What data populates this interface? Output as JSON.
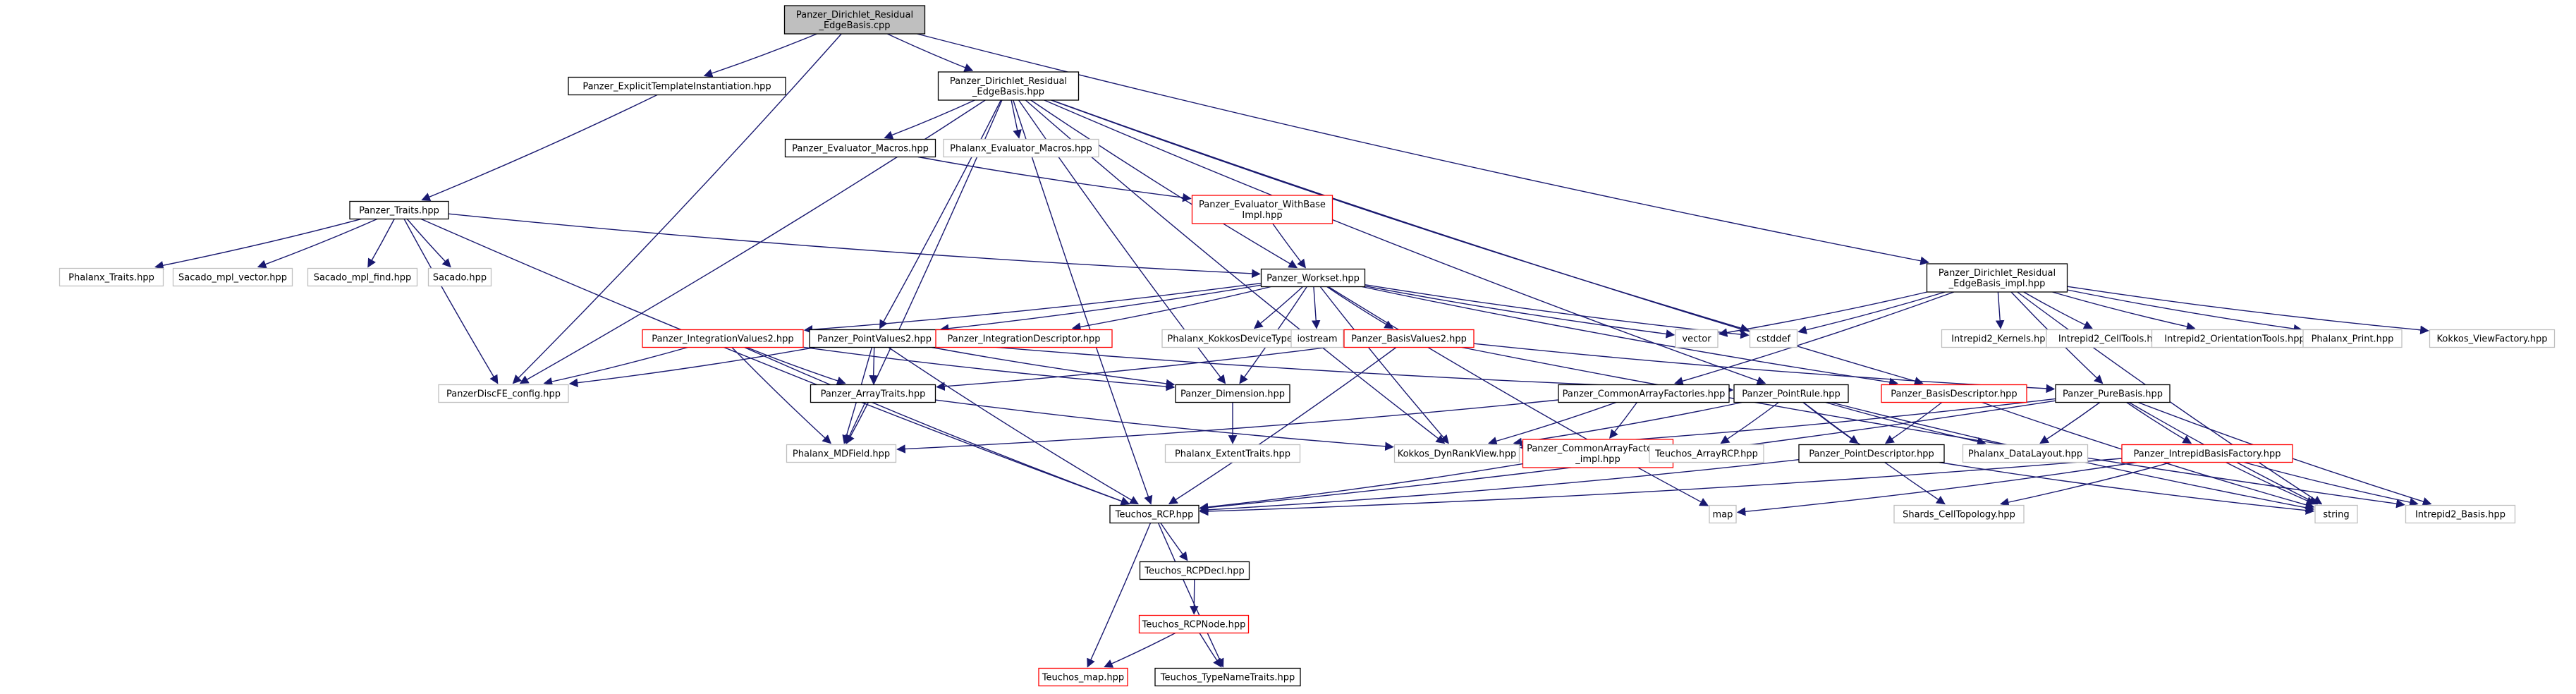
{
  "colors": {
    "edge": "#191970",
    "border_default": "#000000",
    "border_missing": "#bfbfbf",
    "border_incomplete": "#ff0000",
    "fill_root": "#bfbfbf",
    "fill_default": "#ffffff"
  },
  "nodes": [
    {
      "id": "root",
      "lines": [
        "Panzer_Dirichlet_Residual",
        "_EdgeBasis.cpp"
      ],
      "style": "root"
    },
    {
      "id": "explicit",
      "lines": [
        "Panzer_ExplicitTemplateInstantiation.hpp"
      ],
      "style": "default"
    },
    {
      "id": "dirhpp",
      "lines": [
        "Panzer_Dirichlet_Residual",
        "_EdgeBasis.hpp"
      ],
      "style": "default"
    },
    {
      "id": "evmacros",
      "lines": [
        "Panzer_Evaluator_Macros.hpp"
      ],
      "style": "default"
    },
    {
      "id": "phxevmacros",
      "lines": [
        "Phalanx_Evaluator_Macros.hpp"
      ],
      "style": "missing"
    },
    {
      "id": "evwithbase",
      "lines": [
        "Panzer_Evaluator_WithBase",
        "Impl.hpp"
      ],
      "style": "incomplete"
    },
    {
      "id": "traits",
      "lines": [
        "Panzer_Traits.hpp"
      ],
      "style": "default"
    },
    {
      "id": "phxtraits",
      "lines": [
        "Phalanx_Traits.hpp"
      ],
      "style": "missing"
    },
    {
      "id": "sacvec",
      "lines": [
        "Sacado_mpl_vector.hpp"
      ],
      "style": "missing"
    },
    {
      "id": "sacfind",
      "lines": [
        "Sacado_mpl_find.hpp"
      ],
      "style": "missing"
    },
    {
      "id": "sacado",
      "lines": [
        "Sacado.hpp"
      ],
      "style": "missing"
    },
    {
      "id": "workset",
      "lines": [
        "Panzer_Workset.hpp"
      ],
      "style": "default"
    },
    {
      "id": "dirimpl",
      "lines": [
        "Panzer_Dirichlet_Residual",
        "_EdgeBasis_impl.hpp"
      ],
      "style": "default"
    },
    {
      "id": "intval",
      "lines": [
        "Panzer_IntegrationValues2.hpp"
      ],
      "style": "incomplete"
    },
    {
      "id": "ptval",
      "lines": [
        "Panzer_PointValues2.hpp"
      ],
      "style": "default"
    },
    {
      "id": "intdesc",
      "lines": [
        "Panzer_IntegrationDescriptor.hpp"
      ],
      "style": "incomplete"
    },
    {
      "id": "kokkosdev",
      "lines": [
        "Phalanx_KokkosDeviceTypes.hpp"
      ],
      "style": "missing"
    },
    {
      "id": "iostream",
      "lines": [
        "iostream"
      ],
      "style": "missing"
    },
    {
      "id": "basisval",
      "lines": [
        "Panzer_BasisValues2.hpp"
      ],
      "style": "incomplete"
    },
    {
      "id": "vector",
      "lines": [
        "vector"
      ],
      "style": "missing"
    },
    {
      "id": "cstddef",
      "lines": [
        "cstddef"
      ],
      "style": "missing"
    },
    {
      "id": "kernels",
      "lines": [
        "Intrepid2_Kernels.hpp"
      ],
      "style": "missing"
    },
    {
      "id": "celltools",
      "lines": [
        "Intrepid2_CellTools.hpp"
      ],
      "style": "missing"
    },
    {
      "id": "orient",
      "lines": [
        "Intrepid2_OrientationTools.hpp"
      ],
      "style": "missing"
    },
    {
      "id": "phxprint",
      "lines": [
        "Phalanx_Print.hpp"
      ],
      "style": "missing"
    },
    {
      "id": "viewfac",
      "lines": [
        "Kokkos_ViewFactory.hpp"
      ],
      "style": "missing"
    },
    {
      "id": "discfe",
      "lines": [
        "PanzerDiscFE_config.hpp"
      ],
      "style": "missing"
    },
    {
      "id": "arraytraits",
      "lines": [
        "Panzer_ArrayTraits.hpp"
      ],
      "style": "default"
    },
    {
      "id": "dimension",
      "lines": [
        "Panzer_Dimension.hpp"
      ],
      "style": "default"
    },
    {
      "id": "cafhpp",
      "lines": [
        "Panzer_CommonArrayFactories.hpp"
      ],
      "style": "default"
    },
    {
      "id": "ptrule",
      "lines": [
        "Panzer_PointRule.hpp"
      ],
      "style": "default"
    },
    {
      "id": "basisdesc",
      "lines": [
        "Panzer_BasisDescriptor.hpp"
      ],
      "style": "incomplete"
    },
    {
      "id": "purebasis",
      "lines": [
        "Panzer_PureBasis.hpp"
      ],
      "style": "default"
    },
    {
      "id": "mdfield",
      "lines": [
        "Phalanx_MDField.hpp"
      ],
      "style": "missing"
    },
    {
      "id": "extent",
      "lines": [
        "Phalanx_ExtentTraits.hpp"
      ],
      "style": "missing"
    },
    {
      "id": "drv",
      "lines": [
        "Kokkos_DynRankView.hpp"
      ],
      "style": "missing"
    },
    {
      "id": "cafimpl",
      "lines": [
        "Panzer_CommonArrayFactories",
        "_impl.hpp"
      ],
      "style": "incomplete"
    },
    {
      "id": "arrayrcp",
      "lines": [
        "Teuchos_ArrayRCP.hpp"
      ],
      "style": "missing"
    },
    {
      "id": "ptdesc",
      "lines": [
        "Panzer_PointDescriptor.hpp"
      ],
      "style": "default"
    },
    {
      "id": "datalayout",
      "lines": [
        "Phalanx_DataLayout.hpp"
      ],
      "style": "missing"
    },
    {
      "id": "ibfactory",
      "lines": [
        "Panzer_IntrepidBasisFactory.hpp"
      ],
      "style": "incomplete"
    },
    {
      "id": "rcp",
      "lines": [
        "Teuchos_RCP.hpp"
      ],
      "style": "default"
    },
    {
      "id": "map",
      "lines": [
        "map"
      ],
      "style": "missing"
    },
    {
      "id": "shards",
      "lines": [
        "Shards_CellTopology.hpp"
      ],
      "style": "missing"
    },
    {
      "id": "string",
      "lines": [
        "string"
      ],
      "style": "missing"
    },
    {
      "id": "i2basis",
      "lines": [
        "Intrepid2_Basis.hpp"
      ],
      "style": "missing"
    },
    {
      "id": "rcpdecl",
      "lines": [
        "Teuchos_RCPDecl.hpp"
      ],
      "style": "default"
    },
    {
      "id": "rcpnode",
      "lines": [
        "Teuchos_RCPNode.hpp"
      ],
      "style": "incomplete"
    },
    {
      "id": "tmap",
      "lines": [
        "Teuchos_map.hpp"
      ],
      "style": "incomplete"
    },
    {
      "id": "typename",
      "lines": [
        "Teuchos_TypeNameTraits.hpp"
      ],
      "style": "default"
    }
  ],
  "edges": [
    [
      "root",
      "explicit"
    ],
    [
      "root",
      "dirhpp"
    ],
    [
      "root",
      "dirimpl"
    ],
    [
      "root",
      "discfe"
    ],
    [
      "explicit",
      "traits"
    ],
    [
      "dirhpp",
      "evmacros"
    ],
    [
      "dirhpp",
      "phxevmacros"
    ],
    [
      "dirhpp",
      "ptval"
    ],
    [
      "dirhpp",
      "ptrule"
    ],
    [
      "dirhpp",
      "dimension"
    ],
    [
      "dirhpp",
      "drv"
    ],
    [
      "dirhpp",
      "mdfield"
    ],
    [
      "dirhpp",
      "rcp"
    ],
    [
      "dirhpp",
      "discfe"
    ],
    [
      "dirhpp",
      "workset"
    ],
    [
      "dirhpp",
      "cstddef"
    ],
    [
      "dirhpp",
      "basisdesc"
    ],
    [
      "evmacros",
      "evwithbase"
    ],
    [
      "evwithbase",
      "workset"
    ],
    [
      "traits",
      "phxtraits"
    ],
    [
      "traits",
      "sacvec"
    ],
    [
      "traits",
      "sacfind"
    ],
    [
      "traits",
      "sacado"
    ],
    [
      "traits",
      "discfe"
    ],
    [
      "traits",
      "workset"
    ],
    [
      "traits",
      "rcp"
    ],
    [
      "workset",
      "intval"
    ],
    [
      "workset",
      "ptval"
    ],
    [
      "workset",
      "intdesc"
    ],
    [
      "workset",
      "kokkosdev"
    ],
    [
      "workset",
      "iostream"
    ],
    [
      "workset",
      "basisval"
    ],
    [
      "workset",
      "vector"
    ],
    [
      "workset",
      "cstddef"
    ],
    [
      "workset",
      "dimension"
    ],
    [
      "workset",
      "drv"
    ],
    [
      "workset",
      "map"
    ],
    [
      "workset",
      "basisdesc"
    ],
    [
      "dirimpl",
      "vector"
    ],
    [
      "dirimpl",
      "cstddef"
    ],
    [
      "dirimpl",
      "kernels"
    ],
    [
      "dirimpl",
      "celltools"
    ],
    [
      "dirimpl",
      "orient"
    ],
    [
      "dirimpl",
      "phxprint"
    ],
    [
      "dirimpl",
      "viewfac"
    ],
    [
      "dirimpl",
      "cafhpp"
    ],
    [
      "dirimpl",
      "purebasis"
    ],
    [
      "dirimpl",
      "string"
    ],
    [
      "intval",
      "discfe"
    ],
    [
      "intval",
      "arraytraits"
    ],
    [
      "intval",
      "mdfield"
    ],
    [
      "intval",
      "rcp"
    ],
    [
      "intval",
      "dimension"
    ],
    [
      "ptval",
      "discfe"
    ],
    [
      "ptval",
      "arraytraits"
    ],
    [
      "ptval",
      "mdfield"
    ],
    [
      "ptval",
      "dimension"
    ],
    [
      "ptval",
      "ptrule"
    ],
    [
      "ptval",
      "rcp"
    ],
    [
      "basisval",
      "arraytraits"
    ],
    [
      "basisval",
      "rcp"
    ],
    [
      "basisval",
      "purebasis"
    ],
    [
      "basisval",
      "i2basis"
    ],
    [
      "arraytraits",
      "mdfield"
    ],
    [
      "arraytraits",
      "drv"
    ],
    [
      "dimension",
      "extent"
    ],
    [
      "cafhpp",
      "cafimpl"
    ],
    [
      "cafhpp",
      "drv"
    ],
    [
      "cafhpp",
      "mdfield"
    ],
    [
      "cafimpl",
      "rcp"
    ],
    [
      "ptrule",
      "arrayrcp"
    ],
    [
      "ptrule",
      "ptdesc"
    ],
    [
      "ptrule",
      "datalayout"
    ],
    [
      "ptrule",
      "shards"
    ],
    [
      "ptrule",
      "string"
    ],
    [
      "ptrule",
      "drv"
    ],
    [
      "basisdesc",
      "ptdesc"
    ],
    [
      "basisdesc",
      "string"
    ],
    [
      "purebasis",
      "drv"
    ],
    [
      "purebasis",
      "datalayout"
    ],
    [
      "purebasis",
      "ibfactory"
    ],
    [
      "purebasis",
      "rcp"
    ],
    [
      "purebasis",
      "string"
    ],
    [
      "purebasis",
      "i2basis"
    ],
    [
      "ptdesc",
      "rcp"
    ],
    [
      "ptdesc",
      "string"
    ],
    [
      "ibfactory",
      "rcp"
    ],
    [
      "ibfactory",
      "map"
    ],
    [
      "ibfactory",
      "shards"
    ],
    [
      "ibfactory",
      "string"
    ],
    [
      "ibfactory",
      "i2basis"
    ],
    [
      "rcp",
      "rcpdecl"
    ],
    [
      "rcp",
      "tmap"
    ],
    [
      "rcp",
      "typename"
    ],
    [
      "rcpdecl",
      "rcpnode"
    ],
    [
      "rcpnode",
      "tmap"
    ],
    [
      "rcpnode",
      "typename"
    ]
  ]
}
